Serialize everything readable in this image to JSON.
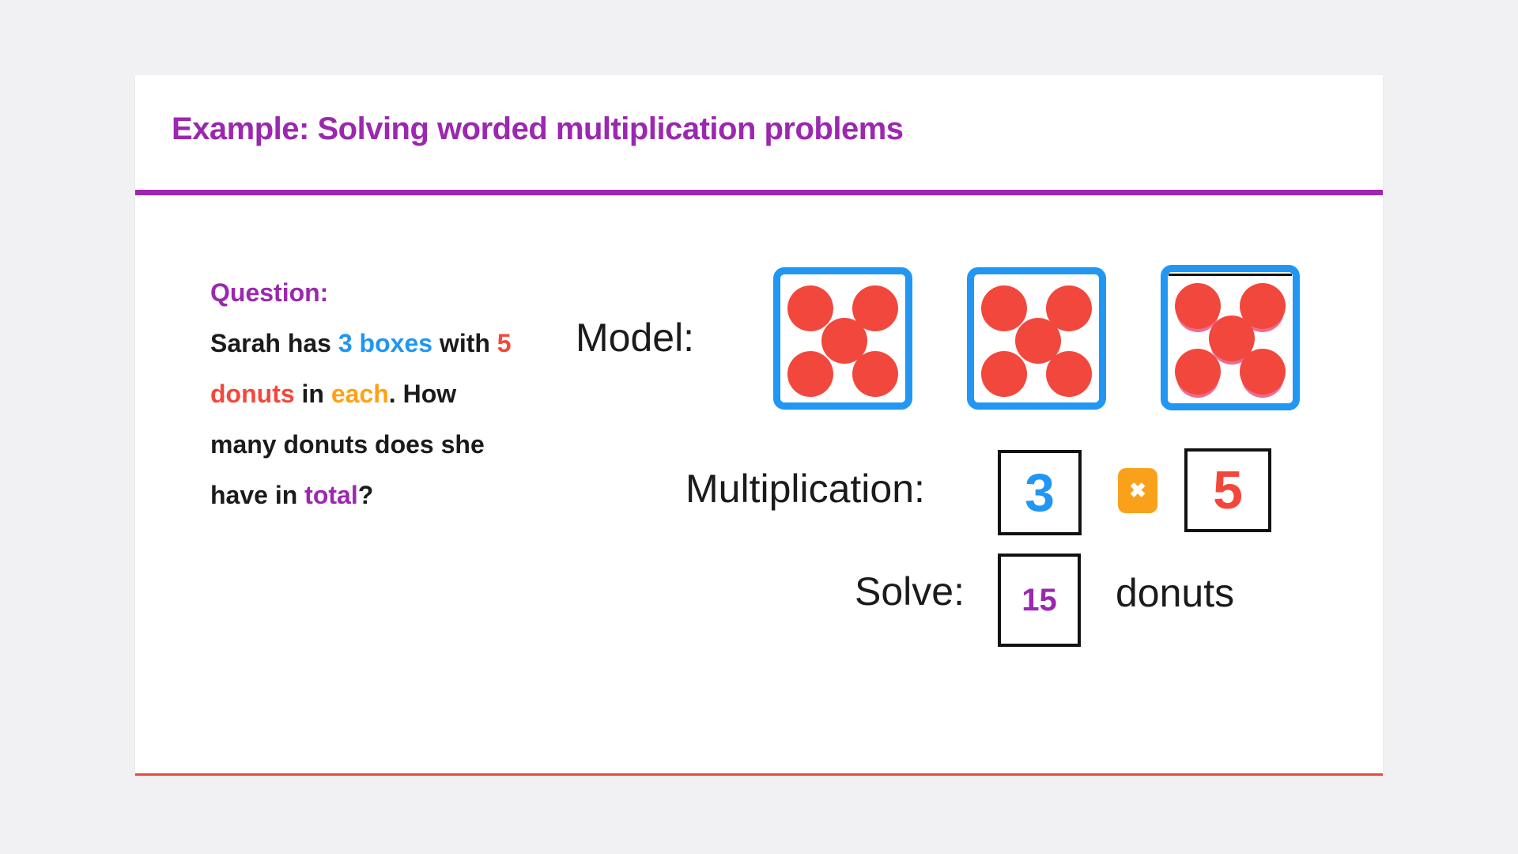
{
  "header": {
    "title": "Example: Solving worded multiplication problems"
  },
  "question": {
    "heading": "Question:",
    "full_text": "Sarah has 3 boxes with 5 donuts in each. How many donuts does she have in total?",
    "lines": [
      [
        {
          "text": "Question:",
          "color": "purple"
        }
      ],
      [
        {
          "text": "Sarah has ",
          "color": "black"
        },
        {
          "text": "3 boxes",
          "color": "blue"
        },
        {
          "text": " with ",
          "color": "black"
        },
        {
          "text": "5",
          "color": "red"
        }
      ],
      [
        {
          "text": "donuts",
          "color": "red"
        },
        {
          "text": " in ",
          "color": "black"
        },
        {
          "text": "each",
          "color": "orange"
        },
        {
          "text": ". How",
          "color": "black"
        }
      ],
      [
        {
          "text": "many donuts does she",
          "color": "black"
        }
      ],
      [
        {
          "text": "have in ",
          "color": "black"
        },
        {
          "text": "total",
          "color": "purple"
        },
        {
          "text": "?",
          "color": "black"
        }
      ]
    ]
  },
  "model": {
    "label": "Model:",
    "boxes": [
      {
        "dots": 5,
        "variant": "plain"
      },
      {
        "dots": 5,
        "variant": "plain"
      },
      {
        "dots": 5,
        "variant": "photo"
      }
    ]
  },
  "multiplication": {
    "label": "Multiplication:",
    "factor1": "3",
    "operator": "✖",
    "factor2": "5"
  },
  "solve": {
    "label": "Solve:",
    "answer": "15",
    "unit": "donuts"
  },
  "colors": {
    "purple": "#9C27B0",
    "blue": "#2196F3",
    "red": "#F4473C",
    "orange": "#FFA113",
    "ink": "#1B1B1B",
    "badge": "#F9A11B",
    "boxblue": "#2196F3",
    "bottomline": "#E14B3C",
    "pagebg": "#F1F1F3",
    "dotred": "#F2473C",
    "dotshadow": "#F06A93",
    "borderdark": "#111111"
  }
}
